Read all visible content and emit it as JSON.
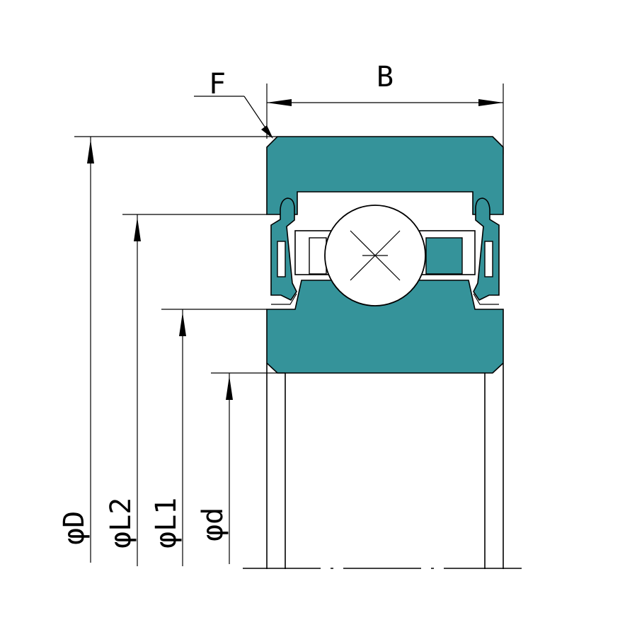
{
  "labels": {
    "width": "B",
    "chamfer": "F",
    "outer_diameter": "φD",
    "land_diameter_2": "φL2",
    "land_diameter_1": "φL1",
    "bore_diameter": "φd"
  },
  "colors": {
    "ring_fill": "#35939a",
    "line": "#000000",
    "background": "#ffffff"
  }
}
